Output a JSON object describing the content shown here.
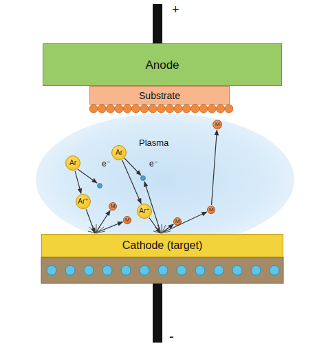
{
  "diagram": {
    "nodes": [
      {
        "text": [
          "Anode"
        ]
      },
      {
        "text": [
          "Substrate"
        ]
      },
      {
        "text": [
          "Plasma"
        ]
      },
      {
        "text": [
          "M"
        ],
        "in": 2
      },
      {
        "text": [
          "Ar"
        ],
        "in": 2
      },
      {
        "text": [
          "Ar"
        ],
        "in": 2
      },
      {
        "text": [
          "Ar⁺"
        ],
        "in": 2
      },
      {
        "text": [
          "M"
        ],
        "in": 2
      },
      {
        "text": [
          "M"
        ],
        "in": 2
      },
      {
        "text": [
          "Ar⁺"
        ],
        "in": 2
      },
      {
        "text": [
          "M"
        ],
        "in": 2
      },
      {
        "text": [
          "M"
        ],
        "in": 2
      },
      {
        "text": [
          "Cathode (target)"
        ]
      }
    ],
    "edges": [
      {
        "from": 5,
        "to": 6,
        "arrow": "to"
      },
      {
        "from": 6,
        "to": 12,
        "arrow": "to"
      },
      {
        "from": 4,
        "to": 9,
        "arrow": "to"
      },
      {
        "from": 9,
        "to": 12,
        "arrow": "to"
      },
      {
        "from": 12,
        "to": 7,
        "arrow": "to"
      },
      {
        "from": 12,
        "to": 10,
        "arrow": "to"
      },
      {
        "from": 12,
        "to": 11,
        "arrow": "to"
      },
      {
        "from": 12,
        "to": 8,
        "arrow": "to"
      },
      {
        "from": 8,
        "to": 3,
        "arrow": "to"
      }
    ],
    "labels": [
      "+",
      "-",
      "e⁻",
      "e⁻"
    ]
  }
}
